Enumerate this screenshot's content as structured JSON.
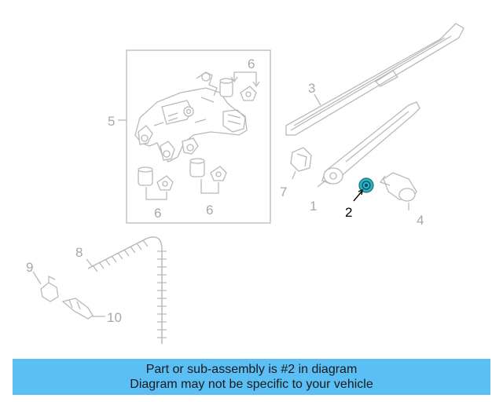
{
  "callouts": {
    "c1": "1",
    "c2": "2",
    "c3": "3",
    "c4": "4",
    "c5": "5",
    "c6a": "6",
    "c6b": "6",
    "c6c": "6",
    "c7": "7",
    "c8": "8",
    "c9": "9",
    "c10": "10"
  },
  "highlight_part": "2",
  "colors": {
    "line": "#b9b9b9",
    "highlight_part": "#2ab3c6",
    "banner": "#5bbef5"
  },
  "banner": {
    "line1": "Part or sub-assembly is #2 in diagram",
    "line2": "Diagram may not be specific to your vehicle"
  }
}
